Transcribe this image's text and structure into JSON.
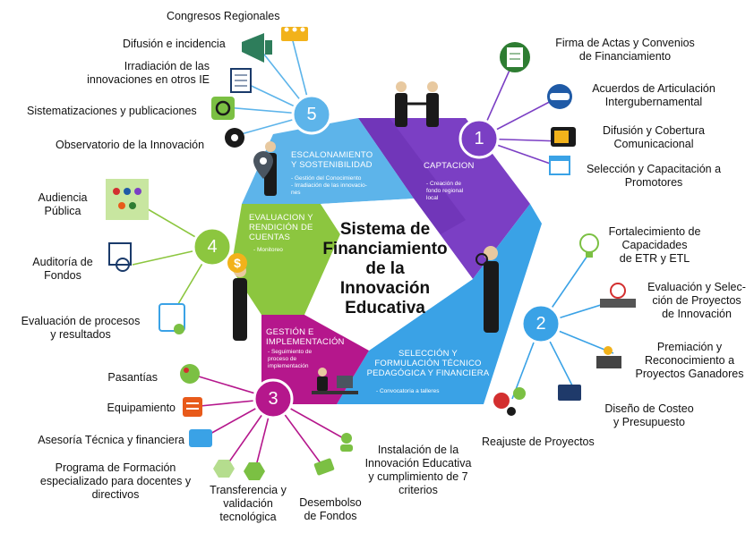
{
  "center_title": [
    "Sistema de",
    "Financiamiento",
    "de la",
    "Innovación",
    "Educativa"
  ],
  "colors": {
    "purple": "#7b3fc4",
    "blue": "#3aa2e6",
    "magenta": "#b5178c",
    "green": "#8cc63f",
    "lightblue": "#5db4ea"
  },
  "stages": [
    {
      "number": "1",
      "title": [
        "CAPTACION"
      ],
      "sub": [
        "- Creación de",
        "fondo regional",
        "local"
      ]
    },
    {
      "number": "2",
      "title": [
        "SELECCIÓN Y",
        "FORMULACIÓN TÉCNICO",
        "PEDAGÓGICA Y FINANCIERA"
      ],
      "sub": [
        "- Convocatoria a talleres"
      ]
    },
    {
      "number": "3",
      "title": [
        "GESTIÓN E",
        "IMPLEMENTACIÓN"
      ],
      "sub": [
        "- Seguimiento de",
        "proceso de",
        "implementación"
      ]
    },
    {
      "number": "4",
      "title": [
        "EVALUACION Y",
        "RENDICIÓN DE",
        "CUENTAS"
      ],
      "sub": [
        "- Monitoreo"
      ]
    },
    {
      "number": "5",
      "title": [
        "ESCALONAMIENTO",
        "Y SOSTENIBILIDAD"
      ],
      "sub": [
        "- Gestión del Conocimiento",
        "- Irradiación de las innovacio-",
        "nes"
      ]
    }
  ],
  "items": {
    "s1": [
      [
        "Firma de Actas y Convenios",
        "de Financiamiento"
      ],
      [
        "Acuerdos de Articulación",
        "Intergubernamental"
      ],
      [
        "Difusión y Cobertura",
        "Comunicacional"
      ],
      [
        "Selección y Capacitación a",
        "Promotores"
      ]
    ],
    "s2": [
      [
        "Fortalecimiento de",
        "Capacidades",
        "de ETR y ETL"
      ],
      [
        "Evaluación y Selec-",
        "ción de Proyectos",
        "de Innovación"
      ],
      [
        "Premiación y",
        "Reconocimiento a",
        "Proyectos Ganadores"
      ],
      [
        "Diseño de Costeo",
        "y Presupuesto"
      ],
      [
        "Reajuste de Proyectos"
      ]
    ],
    "s3": [
      [
        "Instalación de la",
        "Innovación Educativa",
        "y cumplimiento de 7",
        "criterios"
      ],
      [
        "Desembolso",
        "de Fondos"
      ],
      [
        "Transferencia y",
        "validación",
        "tecnológica"
      ],
      [
        "Programa de Formación",
        "especializado para docentes y",
        "directivos"
      ],
      [
        "Asesoría Técnica y financiera"
      ],
      [
        "Equipamiento"
      ],
      [
        "Pasantías"
      ]
    ],
    "s4": [
      [
        "Audiencia",
        "Pública"
      ],
      [
        "Auditoría de",
        "Fondos"
      ],
      [
        "Evaluación de procesos",
        "y resultados"
      ]
    ],
    "s5": [
      [
        "Congresos Regionales"
      ],
      [
        "Difusión e incidencia"
      ],
      [
        "Irradiación de las",
        "innovaciones en otros IE"
      ],
      [
        "Sistematizaciones y publicaciones"
      ],
      [
        "Observatorio de la Innovación"
      ]
    ]
  },
  "icons": [
    "audience-icon",
    "audit-icon",
    "evaluation-icon",
    "congress-icon",
    "megaphone-icon",
    "document-icon",
    "gears-icon",
    "eye-icon",
    "contract-icon",
    "handshake-icon",
    "tv-icon",
    "calendar-icon",
    "lightbulb-icon",
    "team-icon",
    "award-icon",
    "budget-icon",
    "adjust-icon",
    "users-icon",
    "money-icon",
    "transfer-icon",
    "training-icon",
    "advisory-icon",
    "equipment-icon",
    "internship-icon",
    "coin-icon",
    "location-pin-icon"
  ]
}
